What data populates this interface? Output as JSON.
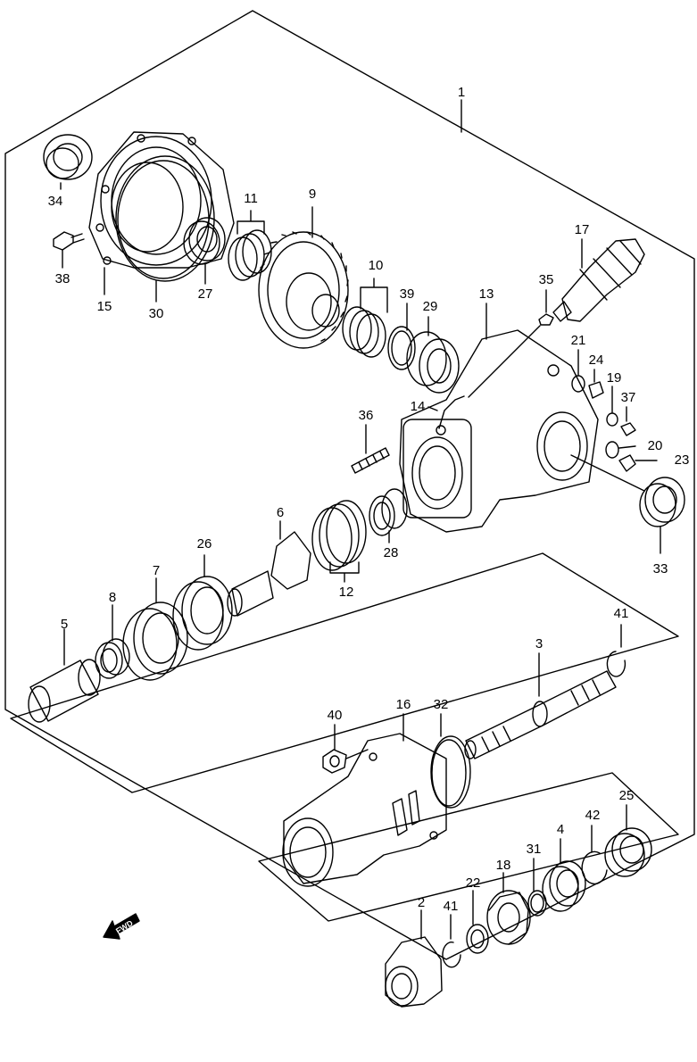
{
  "labels": {
    "p1": "1",
    "p2": "2",
    "p3": "3",
    "p4": "4",
    "p5": "5",
    "p6": "6",
    "p7": "7",
    "p8": "8",
    "p9": "9",
    "p10": "10",
    "p11": "11",
    "p12": "12",
    "p13": "13",
    "p14": "14",
    "p15": "15",
    "p16": "16",
    "p17": "17",
    "p18": "18",
    "p19": "19",
    "p20": "20",
    "p21": "21",
    "p22": "22",
    "p23": "23",
    "p24": "24",
    "p25": "25",
    "p26": "26",
    "p27": "27",
    "p28": "28",
    "p29": "29",
    "p30": "30",
    "p31": "31",
    "p32": "32",
    "p33": "33",
    "p34": "34",
    "p35": "35",
    "p36": "36",
    "p37": "37",
    "p38": "38",
    "p39": "39",
    "p40": "40",
    "p41a": "41",
    "p41b": "41",
    "p42": "42"
  },
  "fwd_label": "FWD"
}
